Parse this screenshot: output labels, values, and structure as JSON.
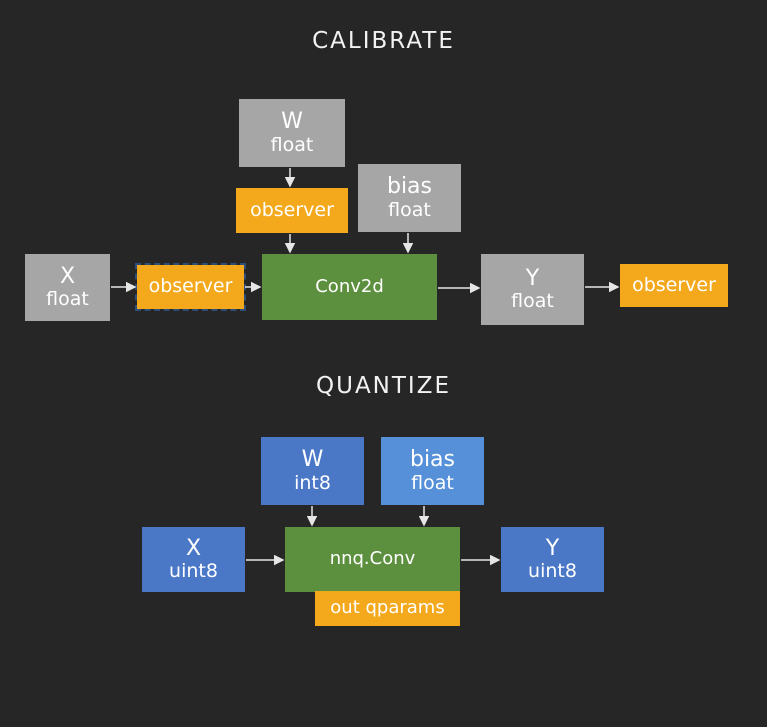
{
  "calibrate": {
    "title": "CALIBRATE",
    "w_box": {
      "name": "W",
      "dtype": "float"
    },
    "w_observer": "observer",
    "bias_box": {
      "name": "bias",
      "dtype": "float"
    },
    "x_box": {
      "name": "X",
      "dtype": "float"
    },
    "x_observer": "observer",
    "op": "Conv2d",
    "y_box": {
      "name": "Y",
      "dtype": "float"
    },
    "y_observer": "observer"
  },
  "quantize": {
    "title": "QUANTIZE",
    "w_box": {
      "name": "W",
      "dtype": "int8"
    },
    "bias_box": {
      "name": "bias",
      "dtype": "float"
    },
    "x_box": {
      "name": "X",
      "dtype": "uint8"
    },
    "op": "nnq.Conv",
    "qparams": "out qparams",
    "y_box": {
      "name": "Y",
      "dtype": "uint8"
    }
  },
  "colors": {
    "background": "#262626",
    "float_box": "#a6a6a6",
    "op_box": "#5c8f3e",
    "observer_box": "#f4a81c",
    "quant_box": "#4a78c7",
    "bias_float_box": "#5590d9"
  }
}
